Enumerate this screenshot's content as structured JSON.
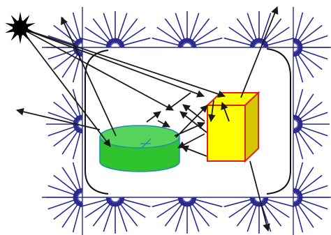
{
  "diagram": {
    "colors": {
      "background": "#ffffff",
      "ray": "#1a1a1a",
      "fan": "#2b2b8f",
      "sun": "#000000",
      "cylinder_top": "#55d35a",
      "cylinder_side": "#2fc42f",
      "cylinder_edge": "#1f8fa8",
      "cube_front": "#ffff00",
      "cube_side": "#d6c800",
      "cube_edge": "#e0201c",
      "bracket": "#111111"
    },
    "elements": {
      "sun": "sun-icon",
      "cylinder": "green-cylinder",
      "cube": "yellow-cube",
      "fans": "radiating-fan-pattern",
      "brackets": "enclosure-brackets"
    }
  }
}
